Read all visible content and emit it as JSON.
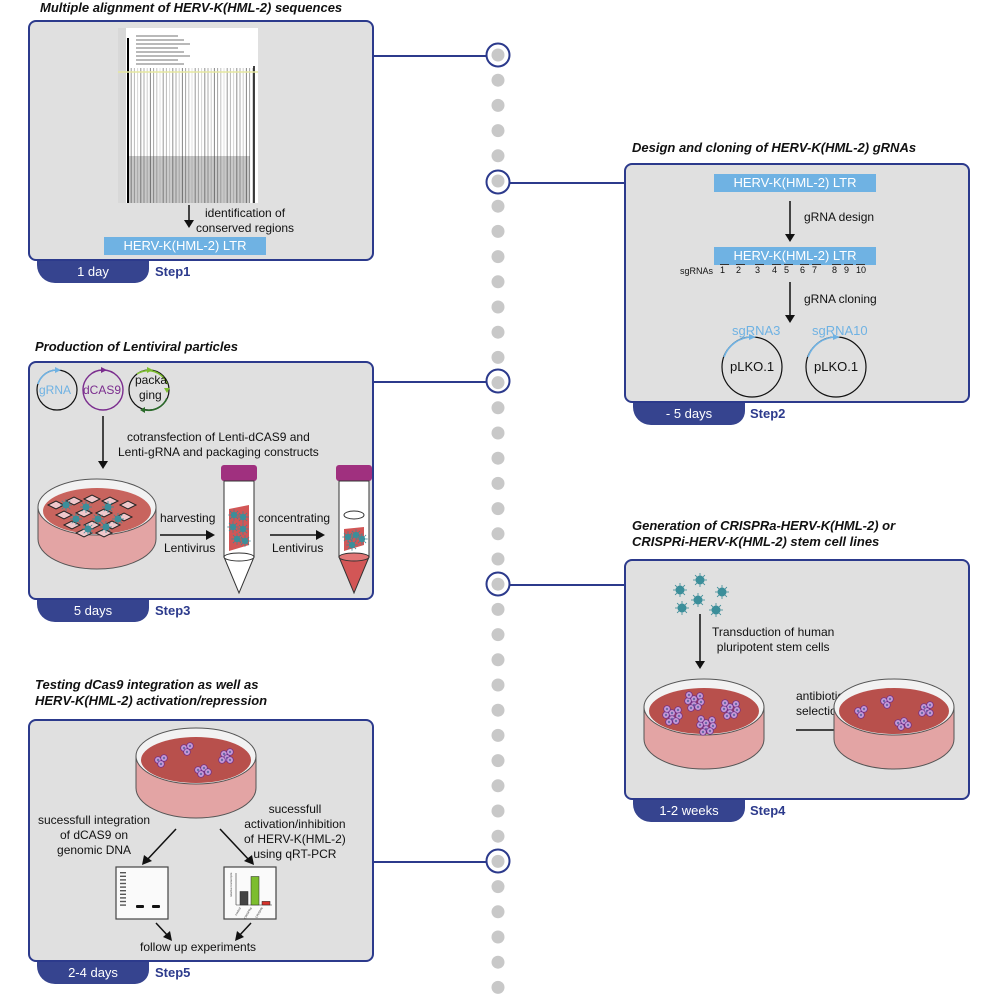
{
  "steps": [
    {
      "id": "step1",
      "title": "Multiple alignment of HERV-K(HML-2) sequences",
      "duration": "1 day",
      "step_label": "Step1",
      "arrow_label": [
        "identification of",
        "conserved regions"
      ],
      "ltr_label": "HERV-K(HML-2) LTR"
    },
    {
      "id": "step2",
      "title": "Design and cloning of HERV-K(HML-2) gRNAs",
      "duration": "- 5 days",
      "step_label": "Step2",
      "ltr_label": "HERV-K(HML-2) LTR",
      "design_label": "gRNA design",
      "sgrnas_label": "sgRNAs",
      "sgrna_numbers": [
        "1",
        "2",
        "3",
        "4",
        "5",
        "6",
        "7",
        "8",
        "9",
        "10"
      ],
      "cloning_label": "gRNA cloning",
      "plasmids": [
        {
          "insert": "sgRNA3",
          "backbone": "pLKO.1"
        },
        {
          "insert": "sgRNA10",
          "backbone": "pLKO.1"
        }
      ]
    },
    {
      "id": "step3",
      "title": "Production of Lentiviral particles",
      "duration": "5 days",
      "step_label": "Step3",
      "plasmids": [
        "gRNA",
        "dCAS9",
        "packa\nging"
      ],
      "plasmid_labels": {
        "grna": "gRNA",
        "dcas9": "dCAS9",
        "pack1": "packa",
        "pack2": "ging"
      },
      "cotransfection": [
        "cotransfection of Lenti-dCAS9 and",
        "Lenti-gRNA and packaging constructs"
      ],
      "harvest": [
        "harvesting",
        "Lentivirus"
      ],
      "concentrate": [
        "concentrating",
        "Lentivirus"
      ]
    },
    {
      "id": "step4",
      "title": [
        "Generation of CRISPRa-HERV-K(HML-2) or",
        "CRISPRi-HERV-K(HML-2) stem cell lines"
      ],
      "duration": "1-2 weeks",
      "step_label": "Step4",
      "transduction": [
        "Transduction of human",
        "pluripotent stem cells"
      ],
      "selection": [
        "antibiotic",
        "selection"
      ]
    },
    {
      "id": "step5",
      "title": [
        "Testing dCas9 integration as well as",
        "HERV-K(HML-2) activation/repression"
      ],
      "duration": "2-4 days",
      "step_label": "Step5",
      "left_label": [
        "sucessfull integration",
        "of dCAS9 on",
        "genomic DNA"
      ],
      "right_label": [
        "sucessfull",
        "activation/inhibition",
        "of HERV-K(HML-2)",
        "using qRT-PCR"
      ],
      "followup": "follow up experiments",
      "qpcr_chart": {
        "ylabel": "relative transcripts",
        "categories": [
          "control",
          "CRISPRa",
          "CRISPRi"
        ],
        "values": [
          0.45,
          0.95,
          0.12
        ],
        "colors": [
          "#444444",
          "#7cbd2e",
          "#d6322b"
        ]
      }
    }
  ],
  "timeline": {
    "dot_color": "#c8c8c8",
    "ring_color": "#2c3a8c"
  },
  "colors": {
    "panel_border": "#2c3a8c",
    "panel_fill": "#e0e0e0",
    "tab_fill": "#36448f",
    "ltr_fill": "#6fb2e3"
  }
}
